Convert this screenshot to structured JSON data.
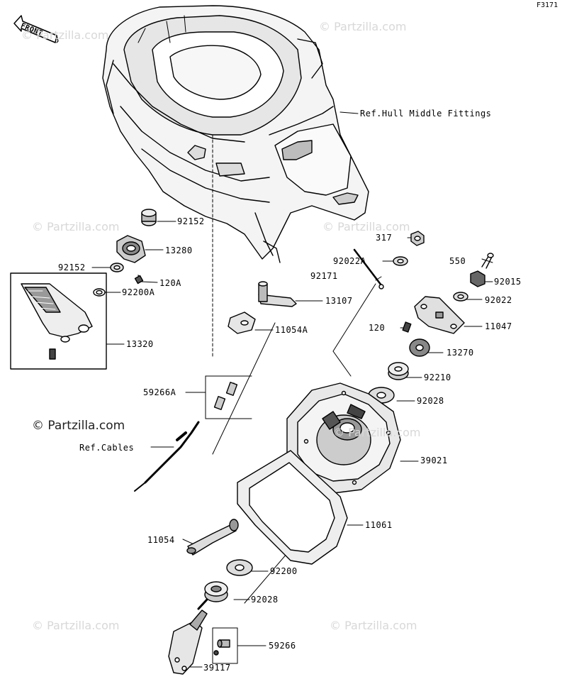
{
  "figure_code": "F3171",
  "front_label": "FRONT",
  "watermark": "© Partzilla.com",
  "watermark_main": "© Partzilla.com",
  "labels": {
    "ref_hull": "Ref.Hull Middle Fittings",
    "p92152a": "92152",
    "p13280": "13280",
    "p92152b": "92152",
    "p120a": "120A",
    "p92200a": "92200A",
    "p13320": "13320",
    "p13107": "13107",
    "p11054a": "11054A",
    "p59266a": "59266A",
    "ref_cables": "Ref.Cables",
    "p317": "317",
    "p92022a": "92022A",
    "p92171": "92171",
    "p550": "550",
    "p92015": "92015",
    "p92022": "92022",
    "p11047": "11047",
    "p120": "120",
    "p13270": "13270",
    "p92210": "92210",
    "p92028a": "92028",
    "p39021": "39021",
    "p11061": "11061",
    "p11054": "11054",
    "p92200": "92200",
    "p92028b": "92028",
    "p59266": "59266",
    "p39117": "39117"
  }
}
